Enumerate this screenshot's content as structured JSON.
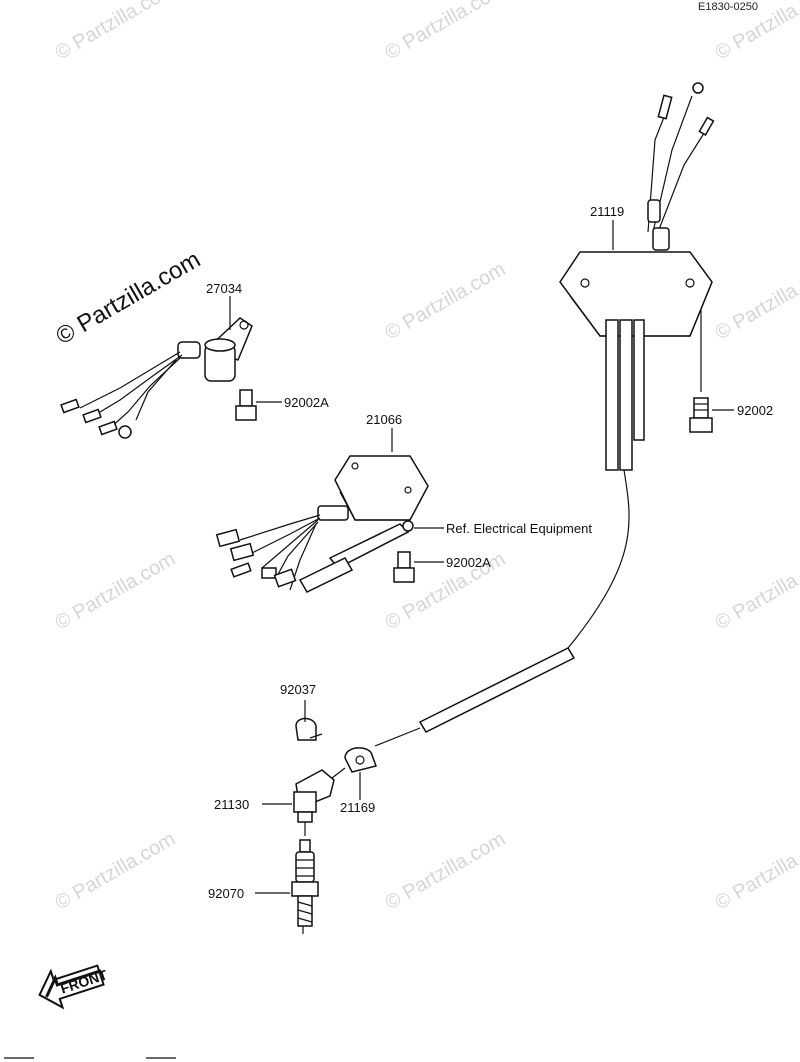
{
  "diagram_code": "E1830-0250",
  "watermark": "© Partzilla.com",
  "front_label": "FRONT",
  "callouts": {
    "c21119": "21119",
    "c27034": "27034",
    "c92002A_top": "92002A",
    "c21066": "21066",
    "c92002": "92002",
    "c_ref": "Ref. Electrical Equipment",
    "c92002A_mid": "92002A",
    "c92037": "92037",
    "c21130": "21130",
    "c21169": "21169",
    "c92070": "92070"
  }
}
